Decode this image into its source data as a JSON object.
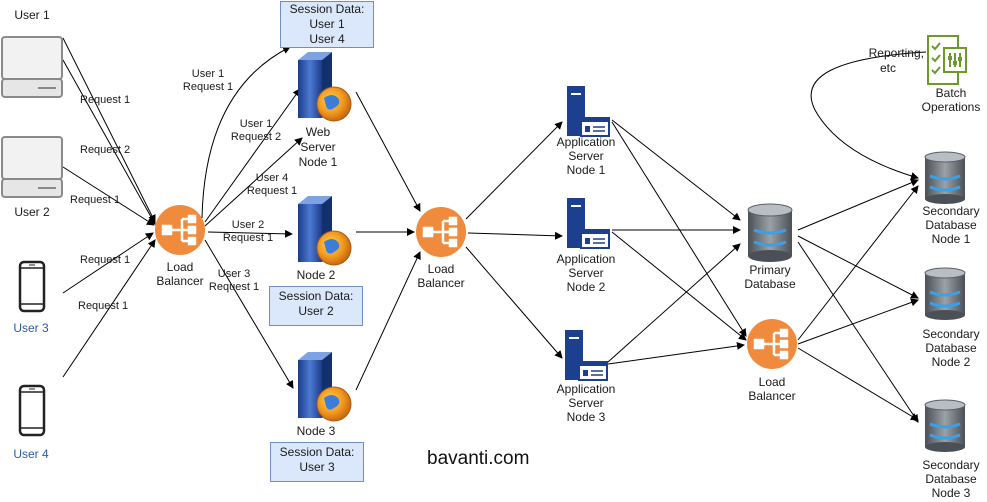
{
  "users": [
    {
      "name": "User 1"
    },
    {
      "name": "User 2"
    },
    {
      "name": "User 3"
    },
    {
      "name": "User 4"
    }
  ],
  "requests": {
    "u1": "Request 1",
    "u1b": "Request 2",
    "u2": "Request 1",
    "u3": "Request 1",
    "u4": "Request 1"
  },
  "lb1": {
    "line1": "Load",
    "line2": "Balancer"
  },
  "lb2": {
    "line1": "Load",
    "line2": "Balancer"
  },
  "lb3": {
    "line1": "Load",
    "line2": "Balancer"
  },
  "edge_labels": {
    "top_a1": "User 1",
    "top_a2": "Request 1",
    "top_b1": "User 1",
    "top_b2": "Request 2",
    "top_c1": "User 4",
    "top_c2": "Request 1",
    "mid1": "User 2",
    "mid2": "Request 1",
    "bot1": "User 3",
    "bot2": "Request 1"
  },
  "web_nodes": {
    "n1": [
      "Web",
      "Server",
      "Node 1"
    ],
    "n2": "Node 2",
    "n3": "Node 3"
  },
  "sessions": {
    "s1": {
      "title": "Session Data:",
      "l1": "User 1",
      "l2": "User 4"
    },
    "s2": {
      "title": "Session Data:",
      "l1": "User 2"
    },
    "s3": {
      "title": "Session Data:",
      "l1": "User 3"
    }
  },
  "app_nodes": [
    [
      "Application",
      "Server",
      "Node 1"
    ],
    [
      "Application",
      "Server",
      "Node 2"
    ],
    [
      "Application",
      "Server",
      "Node 3"
    ]
  ],
  "primary_db": [
    "Primary",
    "Database"
  ],
  "secondary_dbs": [
    [
      "Secondary",
      "Database",
      "Node 1"
    ],
    [
      "Secondary",
      "Database",
      "Node 2"
    ],
    [
      "Secondary",
      "Database",
      "Node 3"
    ]
  ],
  "batch": {
    "reporting1": "Reporting,",
    "reporting2": "etc",
    "title1": "Batch",
    "title2": "Operations"
  },
  "watermark": "bavanti.com",
  "colors": {
    "lb_orange": "#f08a3c",
    "server_blue": "#1c3f8f",
    "db_gray": "#6d7378",
    "session_bg": "#dbe8fb",
    "batch_green": "#6a9a2a",
    "user_blue": "#2a5aa8"
  }
}
